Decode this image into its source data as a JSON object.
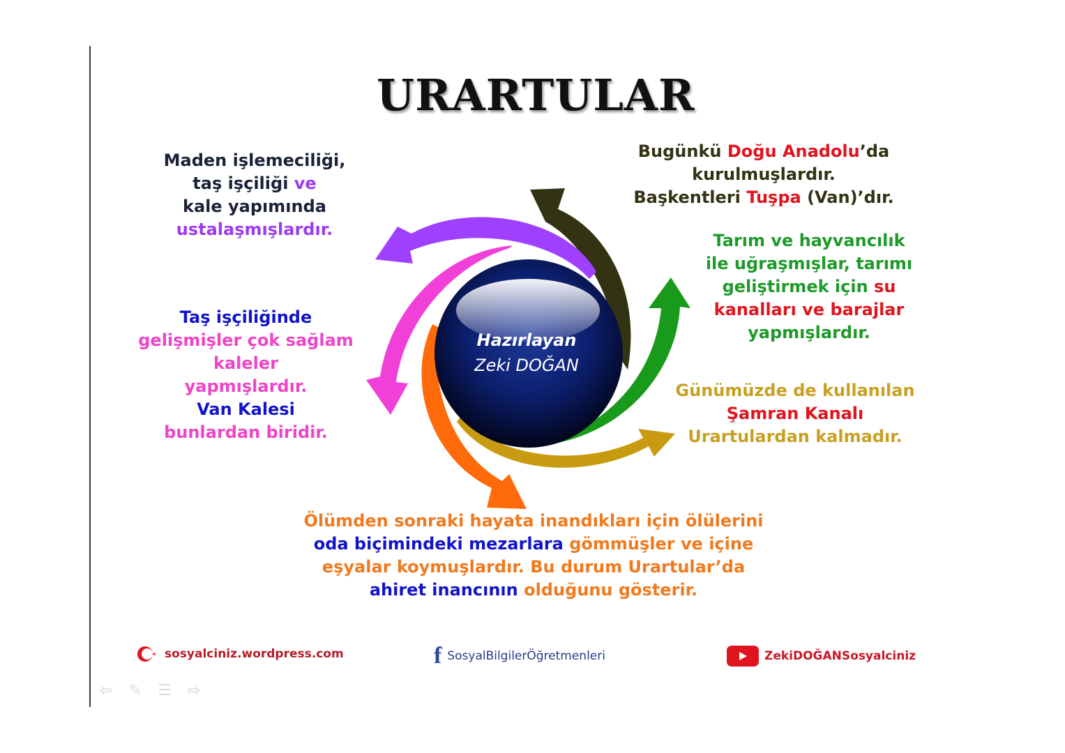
{
  "title": "URARTULAR",
  "center": {
    "line1": "Hazırlayan",
    "line2": "Zeki DOĞAN"
  },
  "blocks": {
    "mining": {
      "l1": "Maden işlemeciliği,",
      "l2a": "taş işçiliği ",
      "l2b": "ve",
      "l3": "kale yapımında",
      "l4": "ustalaşmışlardır."
    },
    "location": {
      "l1a": "Bugünkü ",
      "l1b": "Doğu Anadolu",
      "l1c": "’da",
      "l2": "kurulmuşlardır.",
      "l3a": "Başkentleri ",
      "l3b": "Tuşpa",
      "l3c": " (Van)’dır."
    },
    "agriculture": {
      "l1": "Tarım ve hayvancılık",
      "l2": "ile uğraşmışlar, tarımı",
      "l3a": "geliştirmek için ",
      "l3b": "su",
      "l4": "kanalları ve barajlar",
      "l5": "yapmışlardır."
    },
    "canal": {
      "l1": "Günümüzde de kullanılan",
      "l2": "Şamran Kanalı",
      "l3": "Urartulardan kalmadır."
    },
    "castles": {
      "l1": "Taş işçiliğinde",
      "l2": "gelişmişler çok sağlam",
      "l3": "kaleler",
      "l4": "yapmışlardır.",
      "l5": "Van Kalesi",
      "l6": "bunlardan biridir."
    },
    "afterlife": {
      "l1": "Ölümden sonraki hayata inandıkları için ölülerini",
      "l2a": "oda biçimindeki mezarlara",
      "l2b": " gömmüşler ve içine",
      "l3": "eşyalar koymuşlardır. Bu durum Urartular’da",
      "l4a": "ahiret inancının",
      "l4b": " olduğunu gösterir."
    }
  },
  "arrows": {
    "colors": [
      "#333314",
      "#1f9a1f",
      "#c89a10",
      "#ff6a0a",
      "#f040d8",
      "#a040ff"
    ]
  },
  "footer": {
    "website": "sosyalciniz.wordpress.com",
    "facebook": "SosyalBilgilerÖğretmenleri",
    "youtube": "ZekiDOĞANSosyalciniz"
  },
  "nav_icons": [
    "back-arrow-icon",
    "pen-icon",
    "menu-icon",
    "forward-arrow-icon"
  ]
}
